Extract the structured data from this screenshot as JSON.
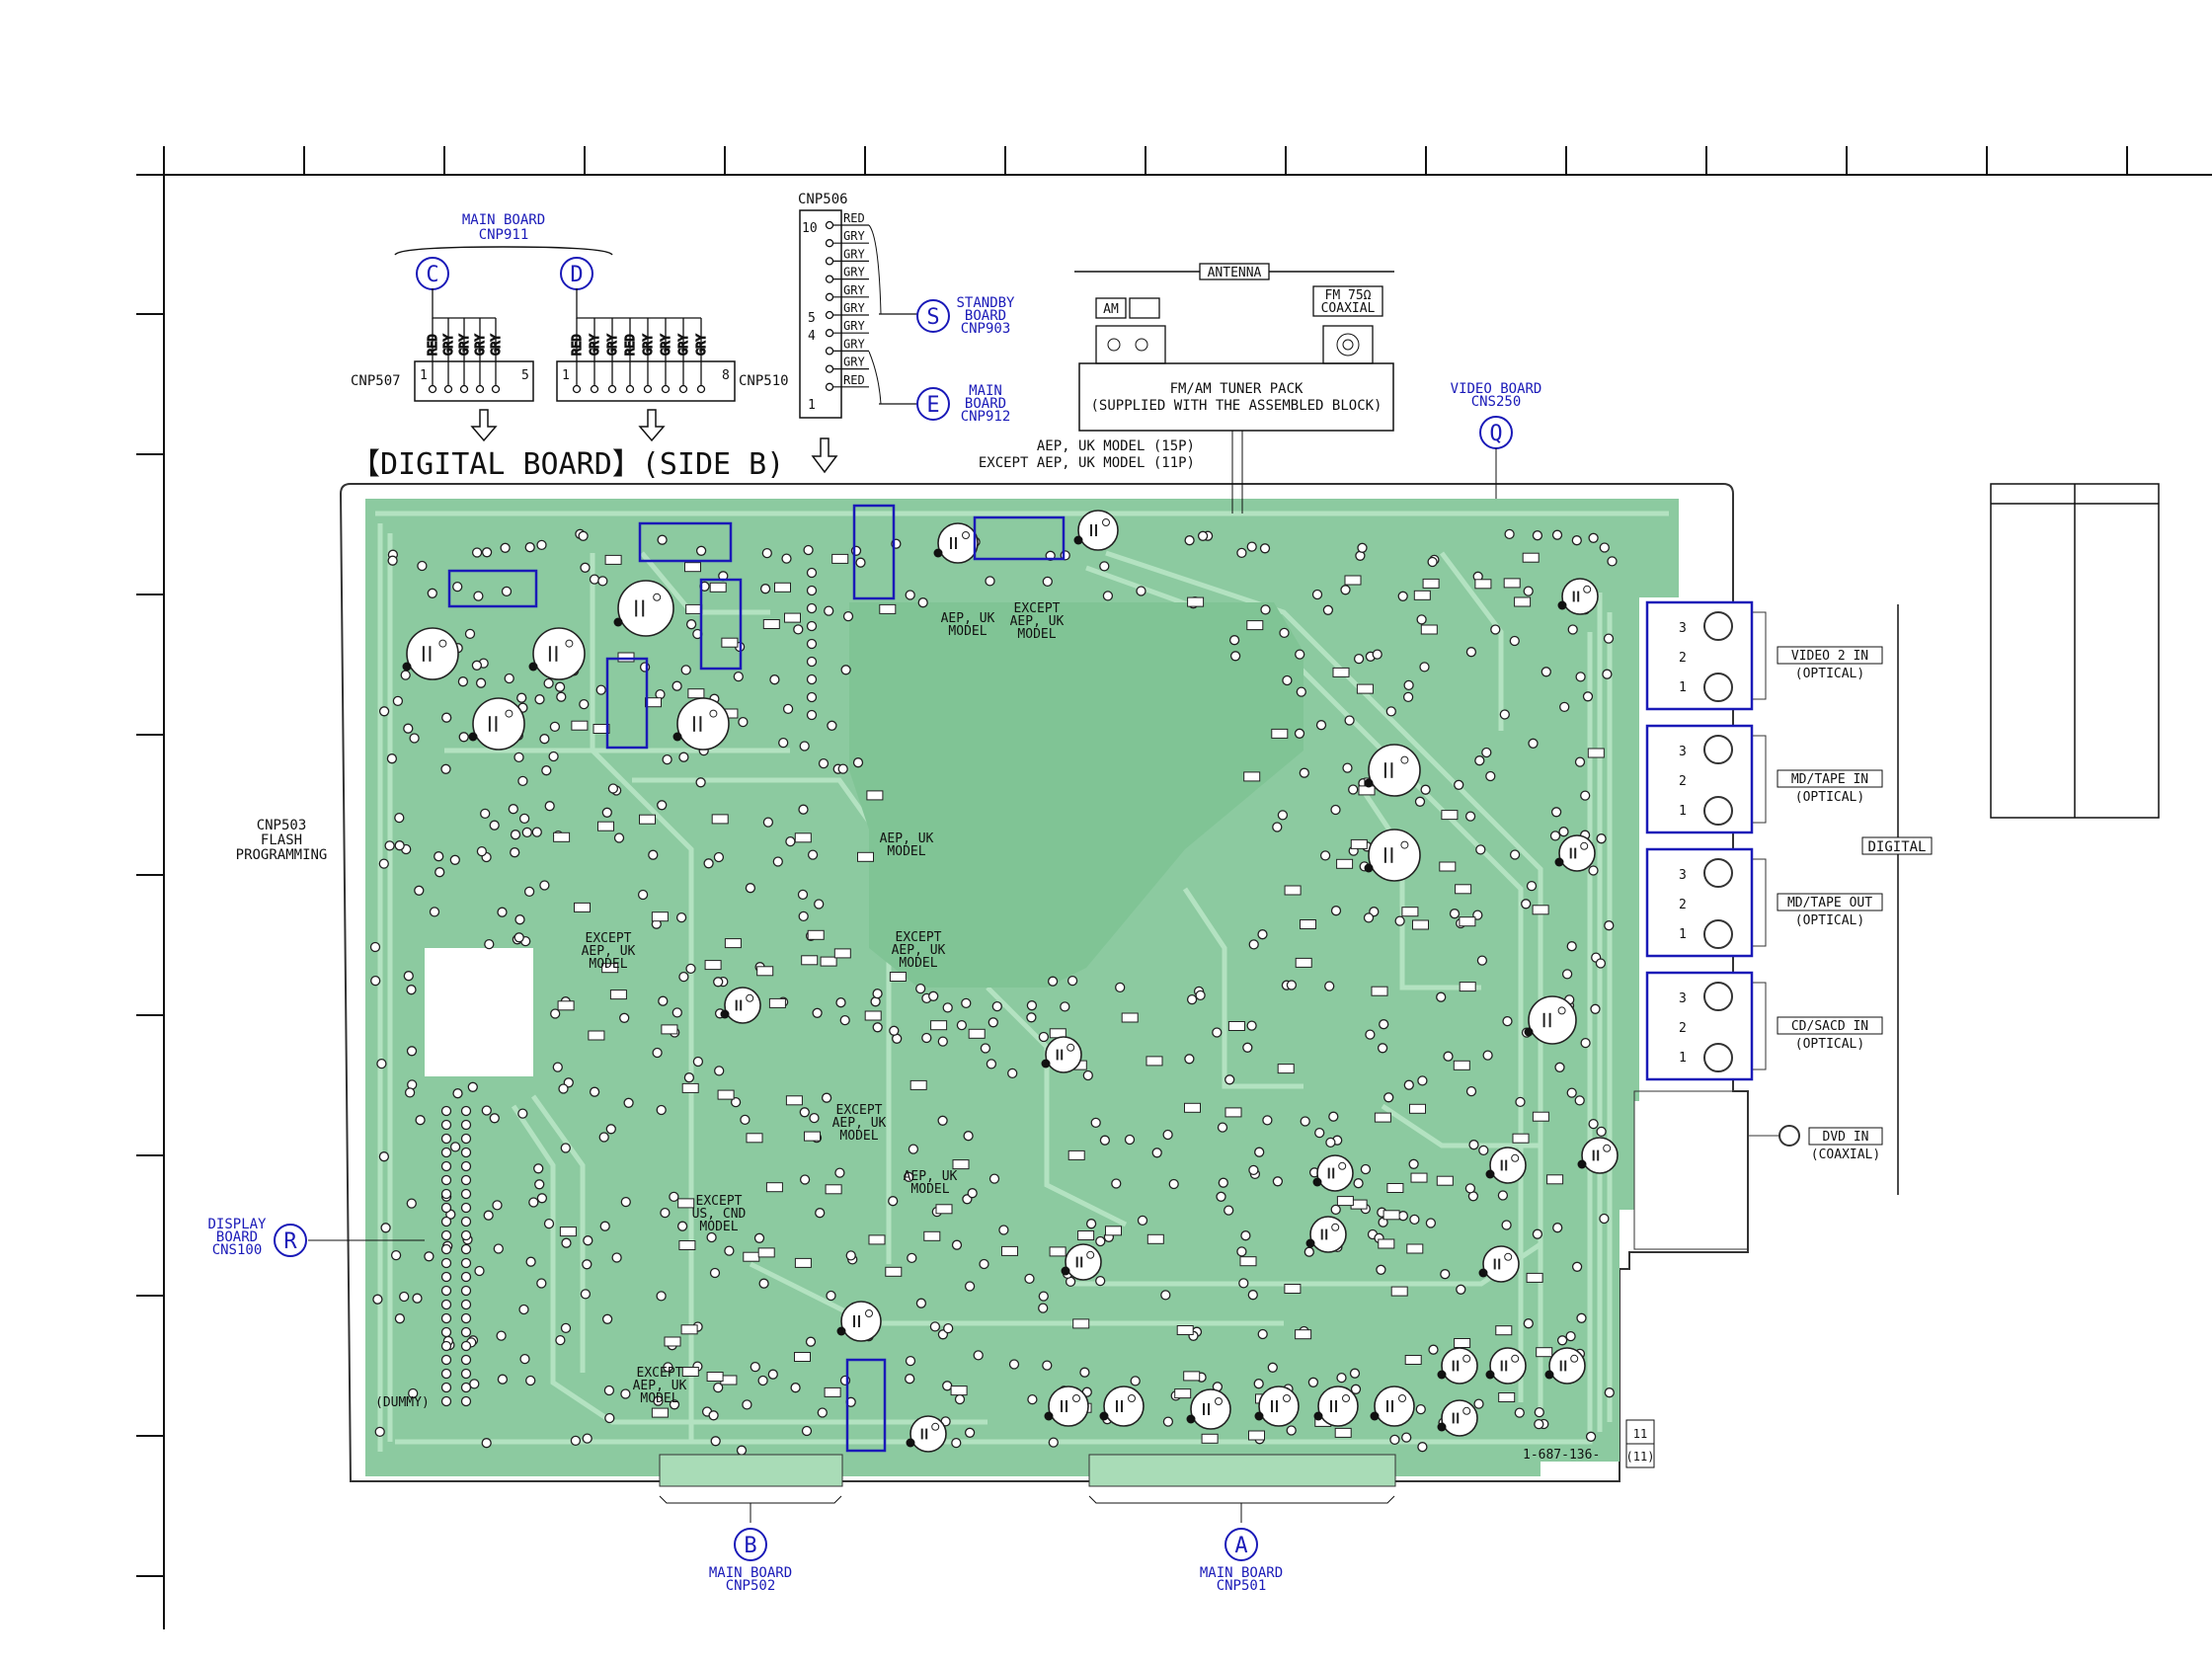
{
  "board_title": "【DIGITAL BOARD】(SIDE B)",
  "board_id": "1-687-136-",
  "ref_box": [
    "11",
    "(11)"
  ],
  "connectors": {
    "cnp911": {
      "board": "MAIN BOARD",
      "name": "CNP911"
    },
    "cnp507": {
      "name": "CNP507",
      "pin_first": "1",
      "pin_last": "5",
      "wires": [
        "RED",
        "GRY",
        "GRY",
        "GRY",
        "GRY"
      ],
      "tag": "C"
    },
    "cnp510": {
      "name": "CNP510",
      "pin_first": "1",
      "pin_last": "8",
      "wires": [
        "RED",
        "GRY",
        "GRY",
        "RED",
        "GRY",
        "GRY",
        "GRY",
        "GRY"
      ],
      "tag": "D"
    },
    "cnp506": {
      "name": "CNP506",
      "wires": [
        "RED",
        "GRY",
        "GRY",
        "GRY",
        "GRY",
        "GRY",
        "GRY",
        "GRY",
        "GRY",
        "RED"
      ],
      "pin_top": "10",
      "pin_5": "5",
      "pin_4": "4",
      "pin_bottom": "1"
    },
    "standby": {
      "tag": "S",
      "line1": "STANDBY",
      "line2": "BOARD",
      "line3": "CNP903"
    },
    "main912": {
      "tag": "E",
      "line1": "MAIN",
      "line2": "BOARD",
      "line3": "CNP912"
    },
    "video": {
      "tag": "Q",
      "line1": "VIDEO BOARD",
      "line2": "CNS250"
    },
    "display": {
      "tag": "R",
      "line1": "DISPLAY",
      "line2": "BOARD",
      "line3": "CNS100"
    },
    "cnp502": {
      "tag": "B",
      "line1": "MAIN BOARD",
      "line2": "CNP502"
    },
    "cnp501": {
      "tag": "A",
      "line1": "MAIN BOARD",
      "line2": "CNP501"
    },
    "cnp503": {
      "line1": "CNP503",
      "line2": "FLASH",
      "line3": "PROGRAMMING"
    }
  },
  "antenna": {
    "label": "ANTENNA",
    "am": "AM",
    "fm1": "FM 75Ω",
    "fm2": "COAXIAL",
    "tuner1": "FM/AM TUNER PACK",
    "tuner2": "(SUPPLIED WITH THE ASSEMBLED BLOCK)"
  },
  "model_notes": {
    "aep_uk_15p": "AEP, UK MODEL (15P)",
    "except_11p": "EXCEPT AEP, UK MODEL (11P)",
    "aep_uk_1": "AEP, UK",
    "model": "MODEL",
    "except": "EXCEPT",
    "except_us": "US, CND"
  },
  "jacks": [
    {
      "label": "VIDEO 2 IN",
      "sub": "(OPTICAL)"
    },
    {
      "label": "MD/TAPE IN",
      "sub": "(OPTICAL)"
    },
    {
      "label": "MD/TAPE OUT",
      "sub": "(OPTICAL)"
    },
    {
      "label": "CD/SACD IN",
      "sub": "(OPTICAL)"
    },
    {
      "label": "DVD IN",
      "sub": "(COAXIAL)"
    }
  ],
  "digital_label": "DIGITAL",
  "dummy": "(DUMMY)",
  "colors": {
    "board": "#8ccaa0",
    "trace": "#a9dcb7",
    "ink": "#1a1ab8",
    "highlight": "#1a1ab8"
  }
}
